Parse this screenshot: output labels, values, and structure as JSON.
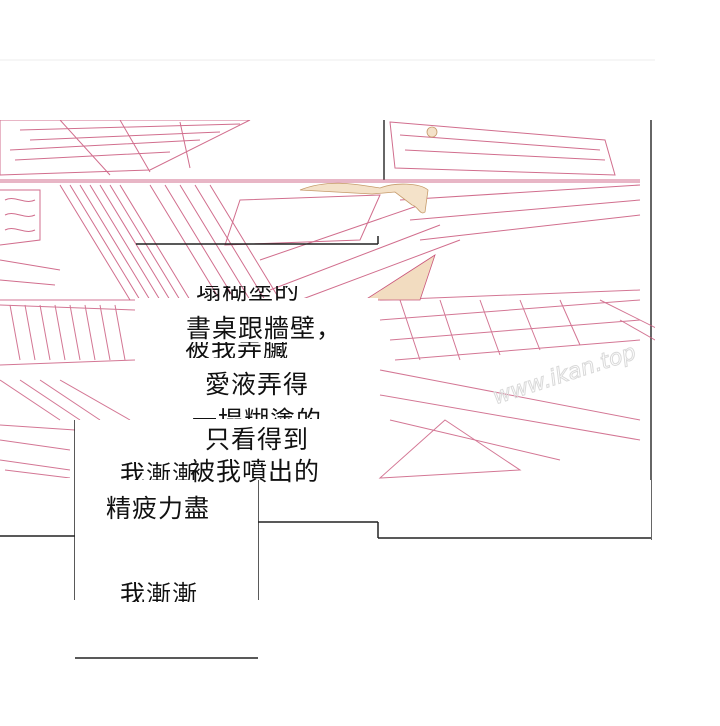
{
  "lines": {
    "l1": "書桌跟牆壁，",
    "l2": "愛液弄得",
    "l3": "只看得到",
    "l4": "被我噴出的",
    "l5": "精疲力盡",
    "l6": "我漸漸"
  },
  "watermark": "www.ikan.top",
  "colors": {
    "ink": "#c9557a",
    "skin": "#f2dcc0",
    "border": "#222222"
  }
}
